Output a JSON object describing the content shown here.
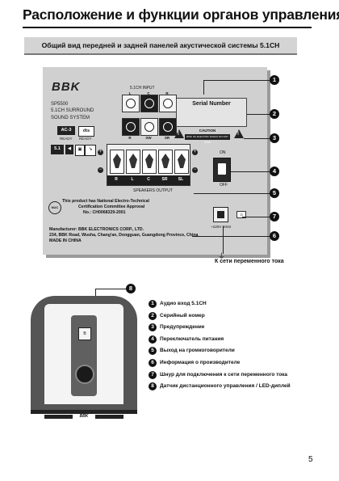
{
  "page": {
    "title": "Расположение и функции органов управления",
    "subtitle": "Общий вид передней и задней панелей акустической системы 5.1CH",
    "page_number": "5",
    "ac_label": "К сети переменного тока"
  },
  "rear_panel": {
    "brand": "BBK",
    "model_lines": [
      "SP5500",
      "5.1CH SURROUND",
      "SOUND SYSTEM"
    ],
    "badges": [
      "AC-3",
      "dts"
    ],
    "badge_sub": [
      "READY",
      "READY"
    ],
    "input_label": "5.1CH INPUT",
    "jack_tags": [
      "L",
      "C",
      "R",
      "R",
      "SW",
      "SR"
    ],
    "serial_label": "Serial Number",
    "caution_label": "CAUTION",
    "caution_sub": "RISK OF ELECTRIC SHOCK DO NOT OPEN",
    "terminal_tags": [
      "R",
      "L",
      "C",
      "SR",
      "SL"
    ],
    "speakers_output_label": "SPEAKERS OUTPUT",
    "switch_on": "ON",
    "switch_off": "OFF",
    "cert_logo": "NUC",
    "cert_lines": [
      "This product has National Electro-Technical",
      "Certification Committee Approval",
      "No.: CH0068329-2001"
    ],
    "mfr_lines": [
      "Manufacturer: BBK ELECTRONICS CORP., LTD.",
      "234, BBK Road, Wusha, Chang'an, Dongguan, Guangdong Province, China",
      "MADE   IN   CHINA"
    ],
    "ratings": "~220V 50Hz"
  },
  "callouts": [
    "1",
    "2",
    "3",
    "4",
    "5",
    "6",
    "7",
    "8"
  ],
  "legend": [
    {
      "n": "1",
      "text": "Аудио вход 5.1CH"
    },
    {
      "n": "2",
      "text": "Серийный номер"
    },
    {
      "n": "3",
      "text": "Предупреждение"
    },
    {
      "n": "4",
      "text": "Переключатель питания"
    },
    {
      "n": "5",
      "text": "Выход на громкоговорители"
    },
    {
      "n": "6",
      "text": "Информация о производителе"
    },
    {
      "n": "7",
      "text": "Шнур для подключения к сети переменного тока"
    },
    {
      "n": "8",
      "text": "Датчик дистанционного управления / LED-диплей"
    }
  ],
  "front_unit": {
    "base_logo": "BBK",
    "led_label": "B"
  }
}
